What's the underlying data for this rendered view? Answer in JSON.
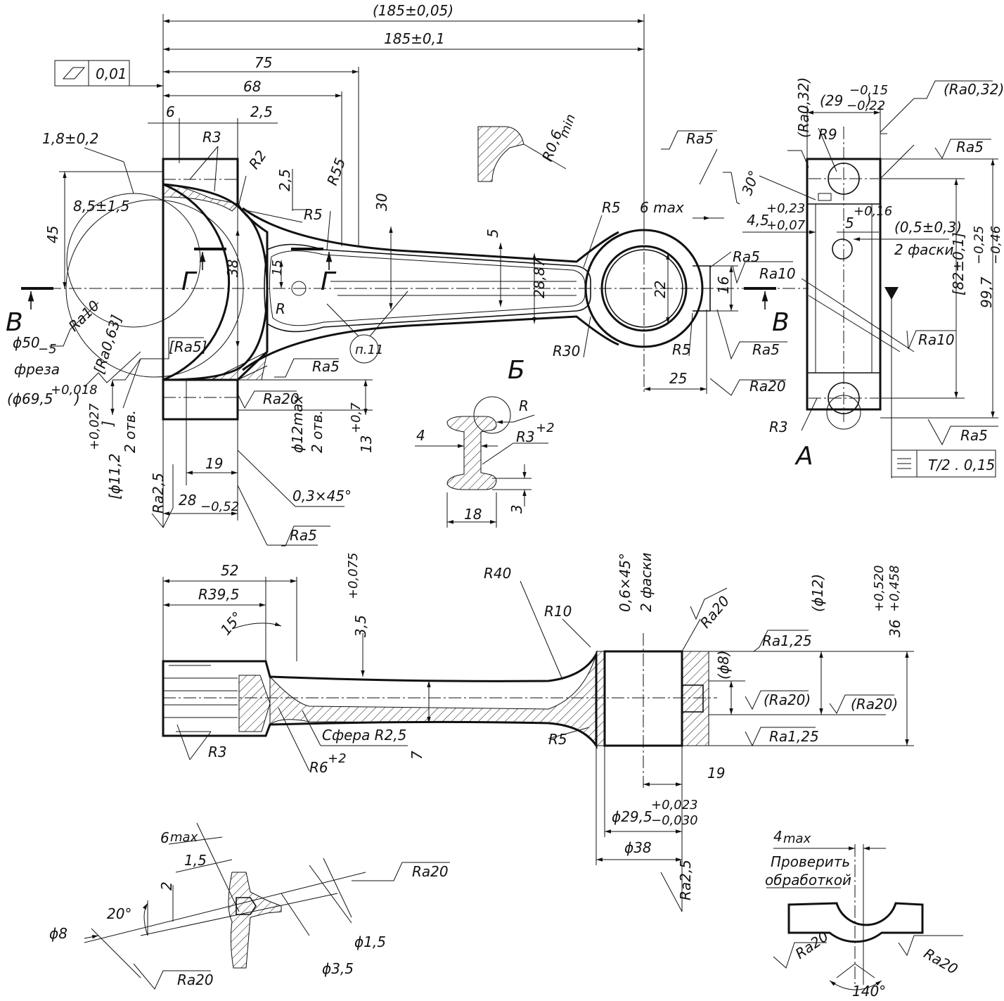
{
  "top_view": {
    "dim_185_ref": "(185±0,05)",
    "dim_185": "185±0,1",
    "dim_75": "75",
    "dim_68": "68",
    "dim_6": "6",
    "dim_2_5": "2,5",
    "dim_1_8": "1,8±0,2",
    "dim_8_5": "8,5±1,5",
    "dim_45": "45",
    "dim_38": "38",
    "dim_15": "15",
    "dim_30": "30",
    "dim_5": "5",
    "dim_28_87": "28,87",
    "dim_22": "22",
    "dim_16": "16",
    "dim_25": "25",
    "dim_6max": "6 max",
    "dim_19": "19",
    "dim_28": "28",
    "dim_28_tol": "−0,52",
    "dim_phi12max": "ϕ12max",
    "holes_2": "2 отв.",
    "dim_13": "13",
    "dim_13_tol": "+0,7",
    "chamfer_03": "0,3×45°",
    "phi50": "ϕ50",
    "phi50_tol": "−5",
    "freza": "фреза",
    "phi69": "(ϕ69,5",
    "phi69_tol": "+0,018",
    "phi69_close": ")",
    "phi11": "[ϕ11,2",
    "phi11_tol": "+0,027",
    "phi11_close": "]",
    "r3": "R3",
    "r2": "R2",
    "r5": "R5",
    "r55": "R55",
    "r30": "R30",
    "r": "R",
    "r06": "R0,6",
    "r06_sub": "min",
    "section_b": "В",
    "section_g": "Г",
    "view_b": "Б",
    "view_a": "А",
    "note_p11": "п.11",
    "flat_tol": "0,01",
    "sym_tol": "T/2 . 0,15"
  },
  "roughness": {
    "ra5": "Ra5",
    "ra10": "Ra10",
    "ra20": "Ra20",
    "ra2_5": "Ra2,5",
    "ra1_25": "Ra1,25",
    "ra5_br": "[Ra5]",
    "ra063": "[Ra0,63]",
    "ra032_a": "(Ra0,32)",
    "ra032_b": "(Ra0,32)",
    "ra20_br": "(Ra20)"
  },
  "side_view": {
    "dim_29": "(29",
    "dim_29_tol_up": "−0,15",
    "dim_29_tol_dn": "−0,22",
    "dim_29_close": ")",
    "r9": "R9",
    "r3": "R3",
    "ang_30": "30°",
    "dim_4_5": "4,5",
    "dim_4_5_up": "+0,23",
    "dim_4_5_dn": "+0,07",
    "dim_5": "5",
    "dim_5_up": "+0,16",
    "dim_05": "(0,5±0,3)",
    "chamfers2": "2 фаски",
    "dim_82": "[82±0,1]",
    "dim_99": "99,7",
    "dim_99_up": "−0,25",
    "dim_99_dn": "−0,46"
  },
  "section_b_view": {
    "dim_4": "4",
    "dim_18": "18",
    "dim_3": "3",
    "r3_2": "R3",
    "r3_2_tol": "+2"
  },
  "bottom_view": {
    "dim_52": "52",
    "r39_5": "R39,5",
    "ang_15": "15°",
    "dim_3_5": "3,5",
    "dim_3_5_tol": "+0,075",
    "r40": "R40",
    "r10": "R10",
    "r5": "R5",
    "r3": "R3",
    "r6": "R6",
    "r6_tol": "+2",
    "sphere": "Сфера R2,5",
    "dim_7": "7",
    "chamfer_06": "0,6×45°",
    "chamfers2": "2 фаски",
    "phi12": "(ϕ12)",
    "phi8": "(ϕ8)",
    "dim_36": "36",
    "dim_36_up": "+0,520",
    "dim_36_dn": "+0,458",
    "dim_19": "19",
    "phi29": "ϕ29,5",
    "phi29_up": "+0,023",
    "phi29_dn": "−0,030",
    "phi38": "ϕ38"
  },
  "oil_hole_detail": {
    "dim_6max": "6",
    "dim_6max_sub": "max",
    "dim_1_5": "1,5",
    "dim_2": "2",
    "ang_20": "20°",
    "phi8": "ϕ8",
    "phi1_5": "ϕ1,5",
    "phi3_5": "ϕ3,5"
  },
  "bolt_detail": {
    "dim_4max": "4",
    "dim_4max_sub": "max",
    "check_1": "Проверить",
    "check_2": "обработкой",
    "ang_140": "140°"
  }
}
